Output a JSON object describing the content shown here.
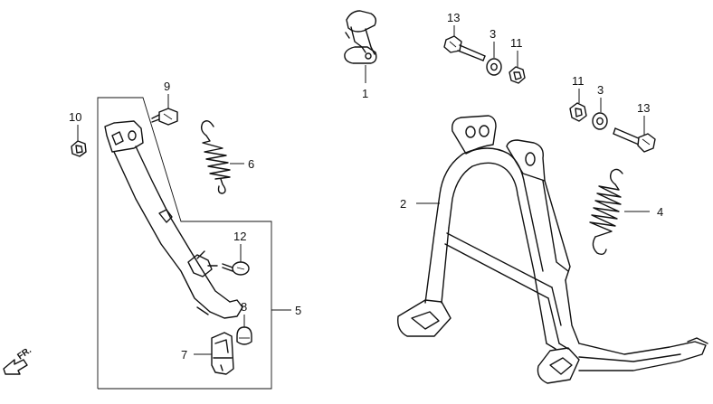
{
  "callouts": {
    "c1": "1",
    "c2": "2",
    "c3a": "3",
    "c3b": "3",
    "c4": "4",
    "c5": "5",
    "c6": "6",
    "c7": "7",
    "c8": "8",
    "c9": "9",
    "c10": "10",
    "c11a": "11",
    "c11b": "11",
    "c12": "12",
    "c13a": "13",
    "c13b": "13"
  },
  "direction": {
    "label": "FR.",
    "icon": "front-arrow-icon"
  }
}
